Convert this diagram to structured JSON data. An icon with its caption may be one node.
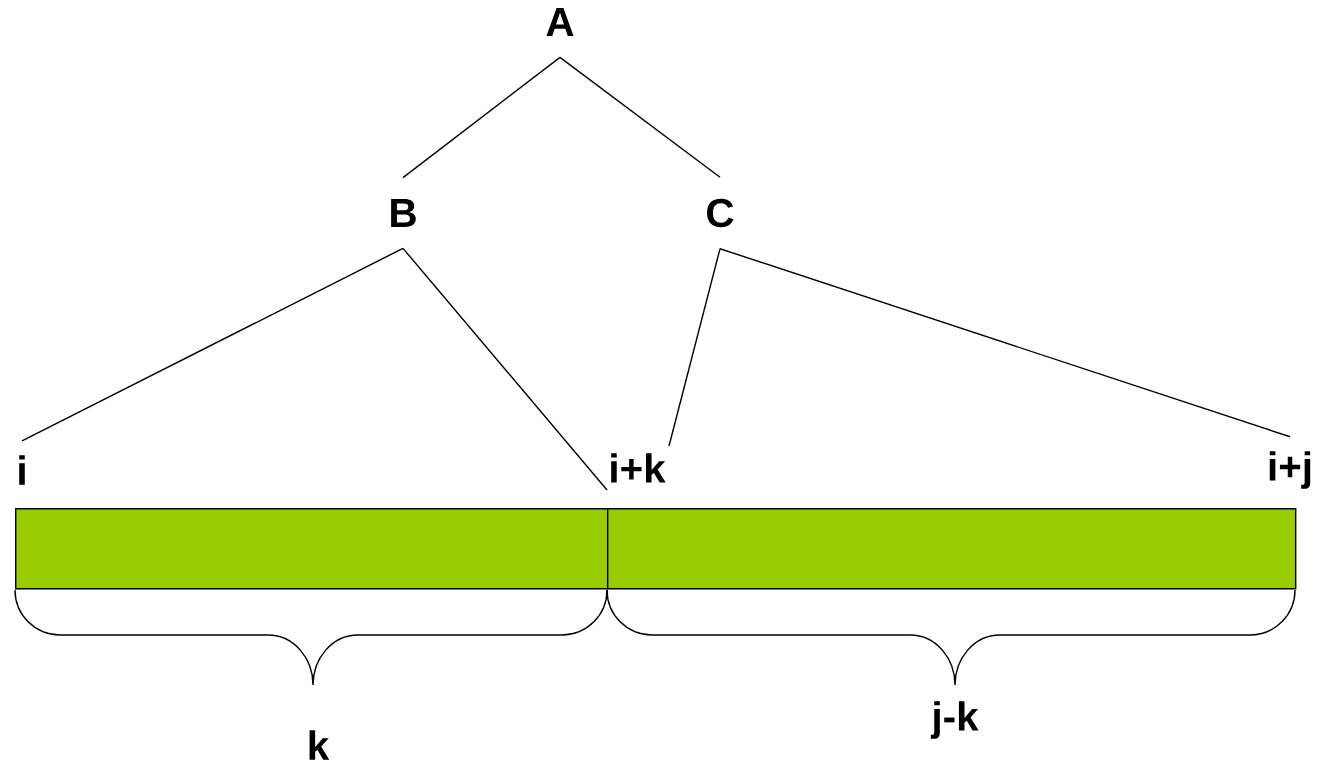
{
  "diagram": {
    "nodes": [
      {
        "text": [
          "A"
        ]
      },
      {
        "text": [
          "B"
        ]
      },
      {
        "text": [
          "C"
        ]
      },
      {
        "text": [
          "i"
        ]
      },
      {
        "text": [
          "i+k"
        ]
      },
      {
        "text": [
          "i+j"
        ]
      },
      {
        "text": [],
        "shape": "bar"
      },
      {
        "text": [],
        "shape": "bar"
      }
    ],
    "edges": [
      {
        "from": 0,
        "to": 1,
        "arrow": "none"
      },
      {
        "from": 0,
        "to": 2,
        "arrow": "none"
      },
      {
        "from": 1,
        "to": 3,
        "arrow": "none"
      },
      {
        "from": 1,
        "to": 4,
        "arrow": "none"
      },
      {
        "from": 2,
        "to": 4,
        "arrow": "none"
      },
      {
        "from": 2,
        "to": 5,
        "arrow": "none"
      }
    ],
    "labels": [
      "k",
      "j-k"
    ]
  }
}
